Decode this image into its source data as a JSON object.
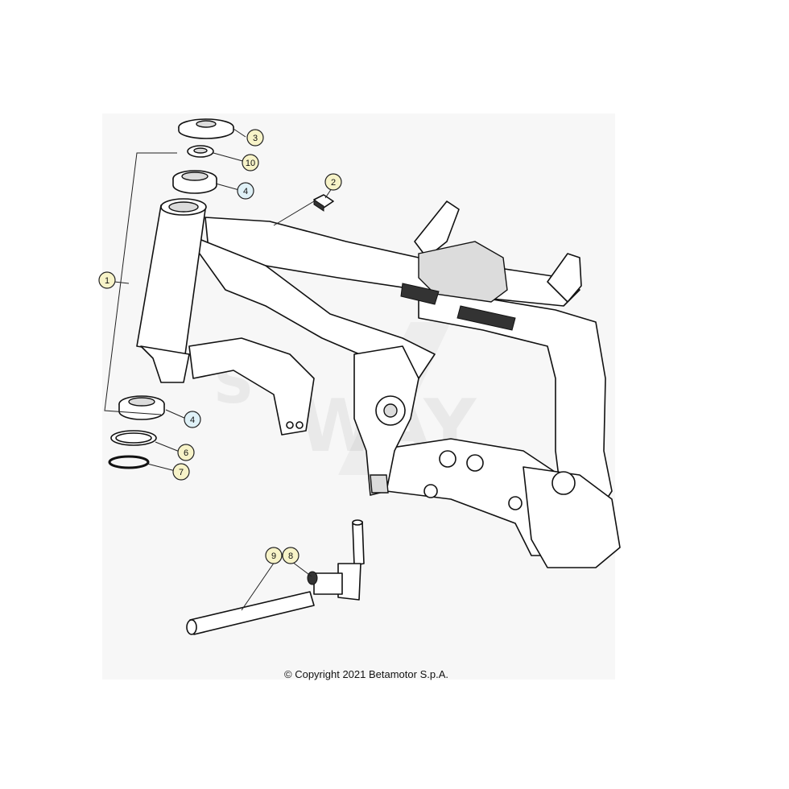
{
  "diagram": {
    "callouts": [
      {
        "id": "callout-1",
        "label": "1",
        "color": "#f7f3c8"
      },
      {
        "id": "callout-2",
        "label": "2",
        "color": "#f7f3c8"
      },
      {
        "id": "callout-3",
        "label": "3",
        "color": "#f7f3c8"
      },
      {
        "id": "callout-4a",
        "label": "4",
        "color": "#dff1f7"
      },
      {
        "id": "callout-4b",
        "label": "4",
        "color": "#dff1f7"
      },
      {
        "id": "callout-6",
        "label": "6",
        "color": "#f7f3c8"
      },
      {
        "id": "callout-7",
        "label": "7",
        "color": "#f7f3c8"
      },
      {
        "id": "callout-8",
        "label": "8",
        "color": "#f7f3c8"
      },
      {
        "id": "callout-9",
        "label": "9",
        "color": "#f7f3c8"
      },
      {
        "id": "callout-10",
        "label": "10",
        "color": "#f7f3c8"
      }
    ],
    "copyright": "© Copyright 2021 Betamotor S.p.A.",
    "background_color": "#f7f7f7"
  }
}
